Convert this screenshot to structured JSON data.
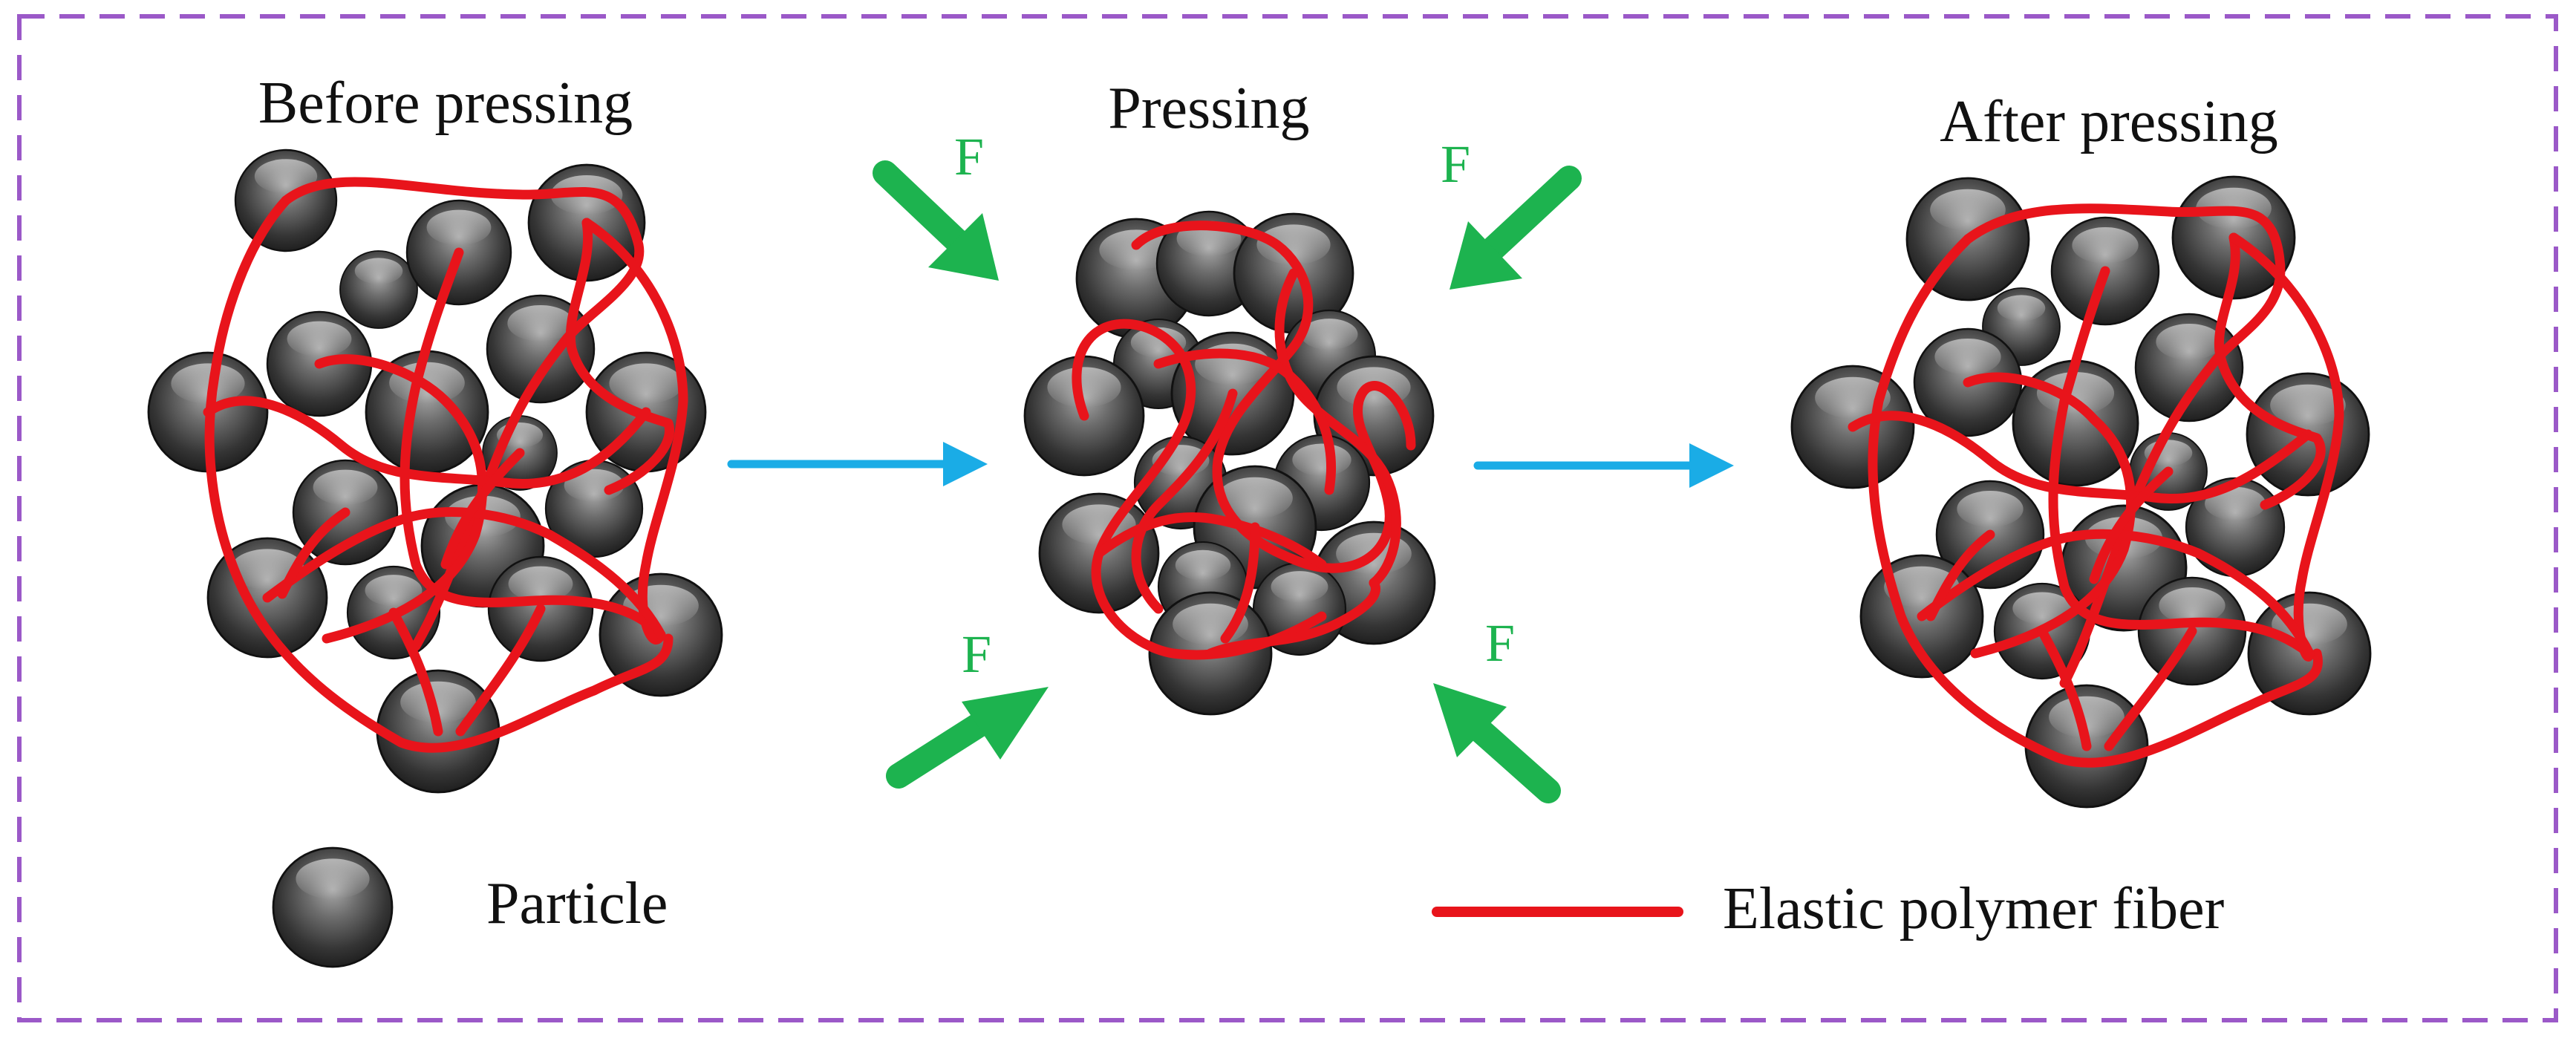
{
  "stages": {
    "before": {
      "title": "Before pressing"
    },
    "pressing": {
      "title": "Pressing"
    },
    "after": {
      "title": "After pressing"
    }
  },
  "force_label": "F",
  "legend": {
    "particle": "Particle",
    "fiber": "Elastic polymer fiber"
  },
  "colors": {
    "border": "#9b59c8",
    "fiber": "#e8141b",
    "force_arrow": "#1db34f",
    "force_label": "#1db34f",
    "process_arrow": "#1aace6",
    "particle_dark": "#2b2b2b",
    "particle_light": "#9a9a9a"
  }
}
